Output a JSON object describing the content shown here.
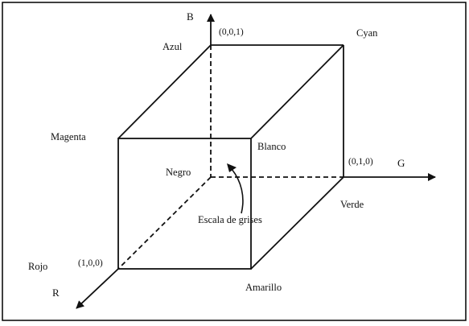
{
  "axes": {
    "b_name": "B",
    "g_name": "G",
    "r_name": "R"
  },
  "vertices": {
    "blue": {
      "name": "Azul",
      "coord": "(0,0,1)"
    },
    "cyan": {
      "name": "Cyan"
    },
    "magenta": {
      "name": "Magenta"
    },
    "white": {
      "name": "Blanco"
    },
    "black": {
      "name": "Negro"
    },
    "green": {
      "name": "Verde",
      "coord": "(0,1,0)"
    },
    "red": {
      "name": "Rojo",
      "coord": "(1,0,0)"
    },
    "yellow": {
      "name": "Amarillo"
    }
  },
  "annotations": {
    "grayscale": "Escala de grises"
  },
  "colors": {
    "line": "#111111",
    "frame": "#000000",
    "background": "#ffffff"
  }
}
